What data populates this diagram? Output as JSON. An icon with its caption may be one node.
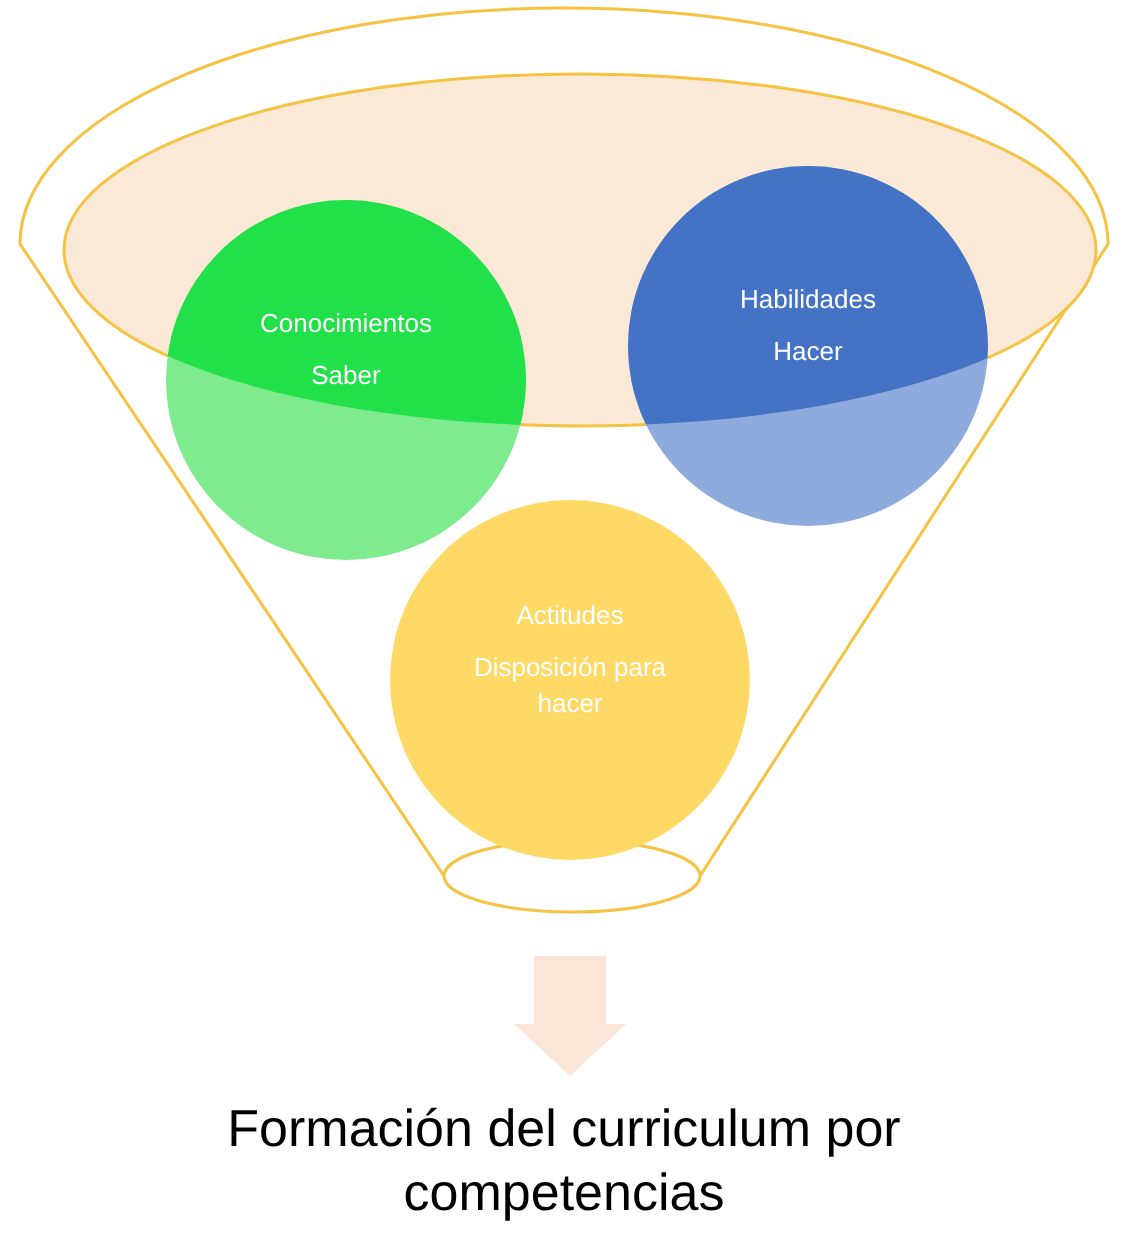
{
  "diagram": {
    "nodes": [
      {
        "text": [],
        "shape": "funnel"
      },
      {
        "text": [
          "Conocimientos",
          "Saber"
        ],
        "in": 0
      },
      {
        "text": [
          "Habilidades",
          "Hacer"
        ],
        "in": 0
      },
      {
        "text": [
          "Actitudes",
          "Disposición para hacer"
        ],
        "in": 0
      },
      {
        "text": [
          "Formación del curriculum por competencias"
        ]
      }
    ],
    "edges": [
      {
        "from": 0,
        "to": 4,
        "arrow": "to"
      }
    ]
  }
}
